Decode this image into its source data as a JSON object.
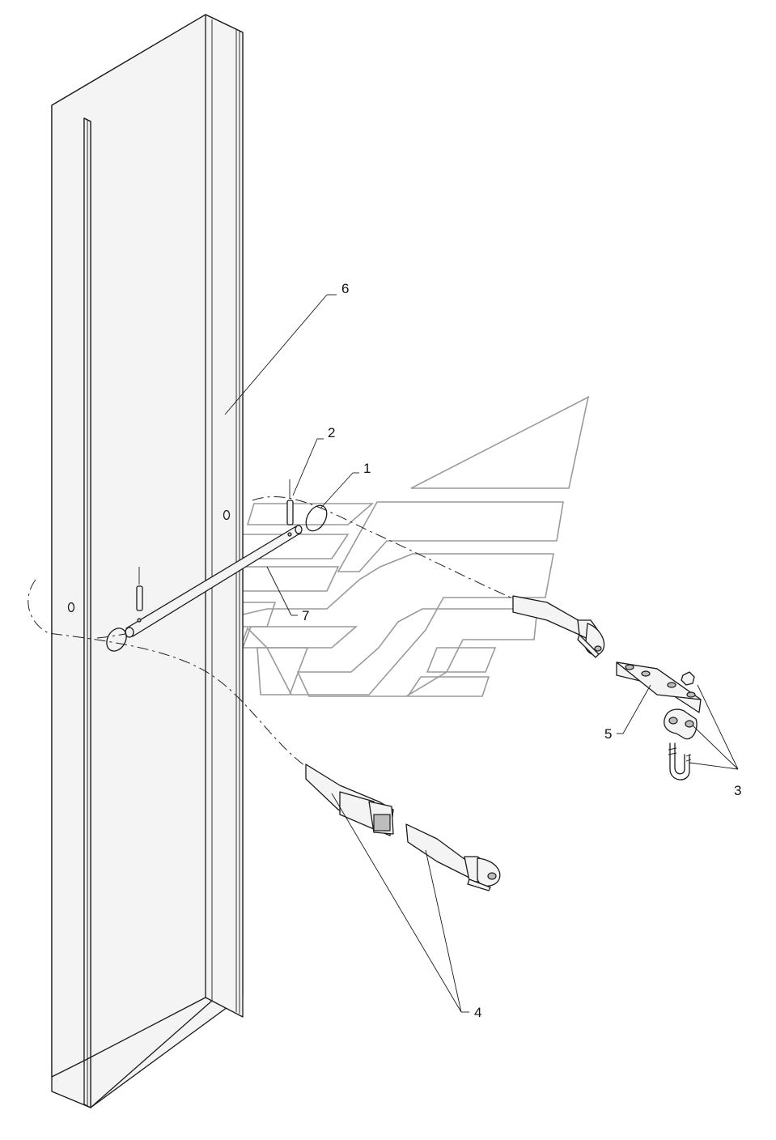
{
  "callouts": {
    "c1": "1",
    "c2": "2",
    "c3": "3",
    "c4": "4",
    "c5": "5",
    "c6": "6",
    "c7": "7"
  },
  "icons": [
    "channel-post",
    "shaft-rod",
    "roll-pin",
    "ring",
    "strap-hook",
    "plate",
    "u-bolt",
    "logo-watermark"
  ]
}
